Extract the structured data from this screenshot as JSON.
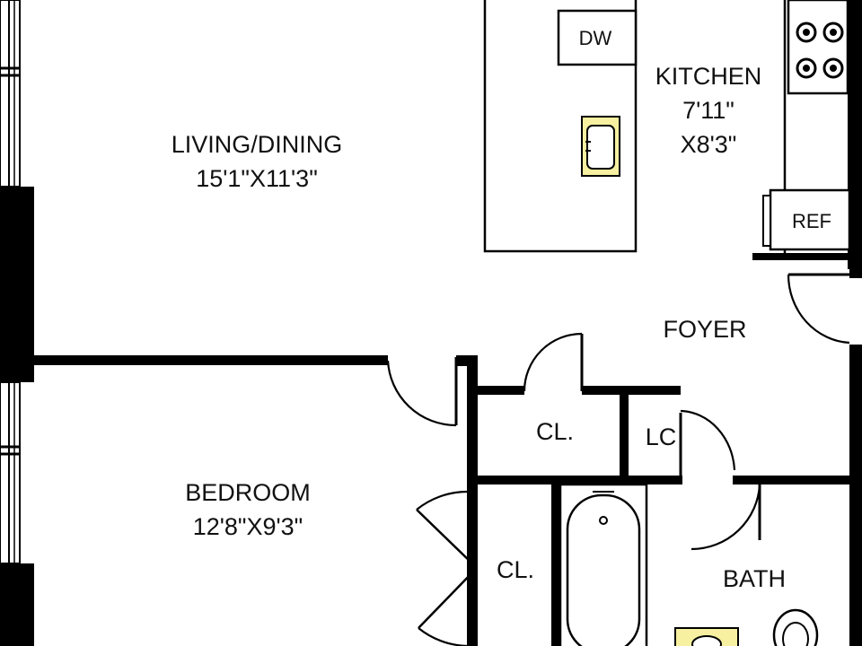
{
  "colors": {
    "wall": "#000000",
    "background": "#ffffff",
    "fixture_highlight": "#f7f0a0"
  },
  "rooms": {
    "living": {
      "name": "LIVING/DINING",
      "dims": "15'1\"X11'3\""
    },
    "kitchen": {
      "name": "KITCHEN",
      "dims_line1": "7'11\"",
      "dims_line2": "X8'3\""
    },
    "foyer": {
      "name": "FOYER"
    },
    "bedroom": {
      "name": "BEDROOM",
      "dims": "12'8\"X9'3\""
    },
    "closet_top": {
      "name": "CL."
    },
    "linen_closet": {
      "name": "LC"
    },
    "closet_bedroom": {
      "name": "CL."
    },
    "bath": {
      "name": "BATH"
    }
  },
  "appliances": {
    "dishwasher": "DW",
    "refrigerator": "REF"
  },
  "icons": [
    "stove-icon",
    "sink-icon",
    "bathtub-icon",
    "toilet-icon",
    "door-swing-icon",
    "window-icon"
  ]
}
